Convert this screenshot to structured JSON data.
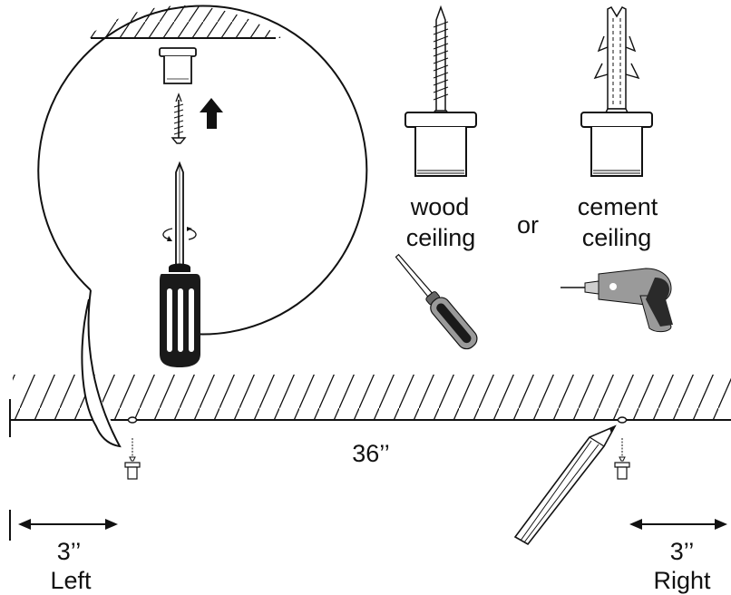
{
  "labels": {
    "wood": "wood",
    "wood_ceiling": "ceiling",
    "or": "or",
    "cement": "cement",
    "cement_ceiling": "ceiling",
    "distance": "36’’",
    "left_offset": "3’’",
    "left": "Left",
    "right_offset": "3’’",
    "right": "Right"
  },
  "colors": {
    "line": "#111111",
    "tool_grey": "#9a9a9a",
    "handle_dark": "#1a1a1a"
  },
  "icons": [
    "screw-icon",
    "wall-anchor-icon",
    "up-arrow-icon",
    "screwdriver-icon",
    "drill-icon",
    "pencil-icon",
    "rotation-icon"
  ]
}
